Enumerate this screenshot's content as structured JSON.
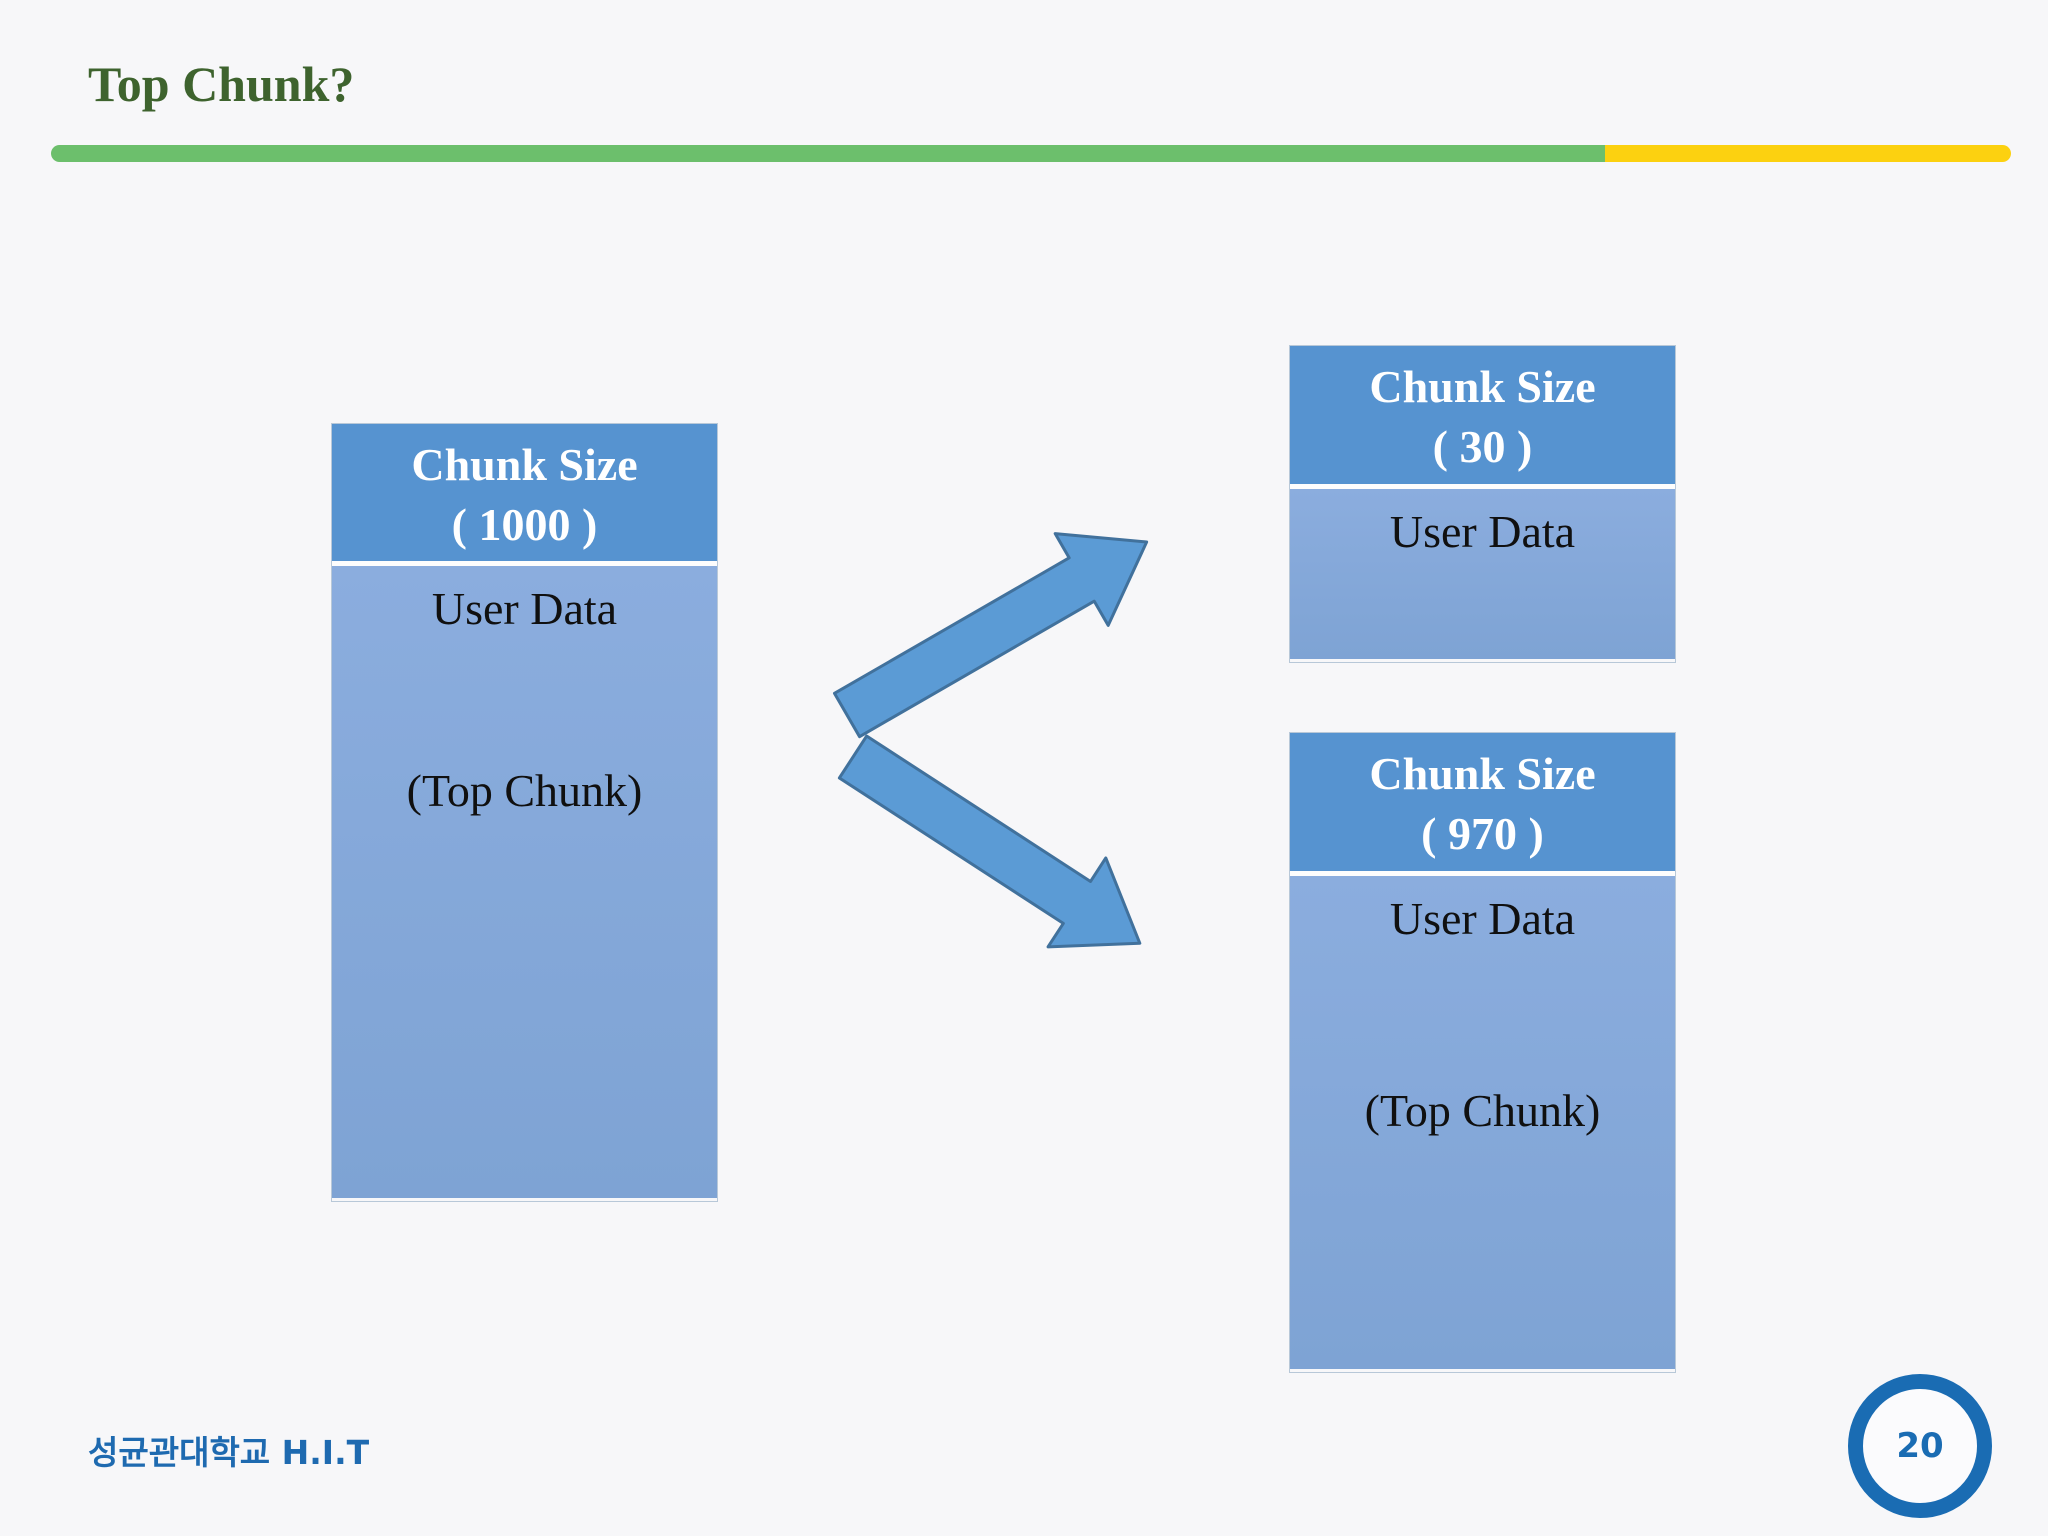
{
  "slide": {
    "title": "Top Chunk?",
    "footer": "성균관대학교 H.I.T",
    "page_number": "20",
    "colors": {
      "background": "#f7f7f9",
      "title_green": "#3e632e",
      "divider_green": "#6cbf6c",
      "divider_yellow": "#fcd110",
      "chunk_header_blue": "#5693d0",
      "chunk_body_blue": "#85a9da",
      "arrow_fill_blue": "#5b9bd5",
      "arrow_border_blue": "#41719c",
      "accent_blue": "#1a6cb3",
      "footer_blue": "#1e6ab0"
    }
  },
  "diagram": {
    "left_chunk": {
      "title_line1": "Chunk Size",
      "title_line2": "( 1000 )",
      "user_data": "User Data",
      "top_chunk": "(Top Chunk)"
    },
    "top_right_chunk": {
      "title_line1": "Chunk Size",
      "title_line2": "( 30 )",
      "user_data": "User Data"
    },
    "bottom_right_chunk": {
      "title_line1": "Chunk Size",
      "title_line2": "( 970 )",
      "user_data": "User Data",
      "top_chunk": "(Top Chunk)"
    }
  }
}
